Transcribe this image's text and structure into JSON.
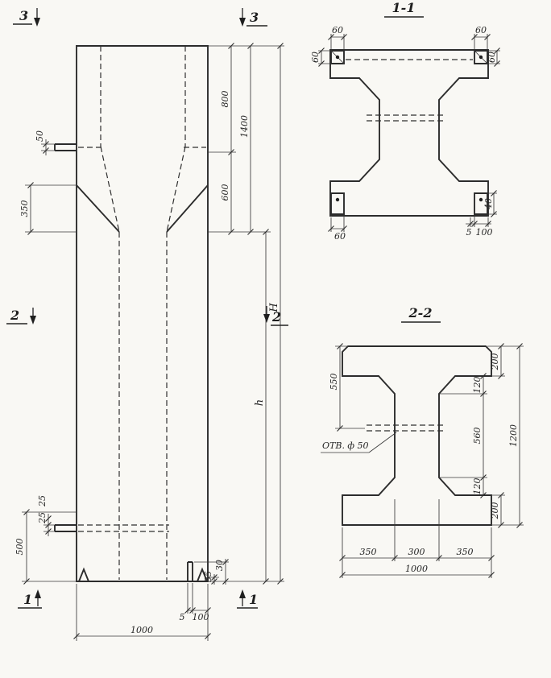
{
  "sheet": {
    "bg": "#f9f8f4",
    "ink": "#2c2c2c"
  },
  "elevation": {
    "markers": {
      "top_left": "3",
      "top_right": "3",
      "mid_left": "2",
      "mid_right": "2",
      "bottom_left": "1",
      "bottom_right": "1"
    },
    "dims": {
      "plate_50": "50",
      "taper_350": "350",
      "top_800": "800",
      "overall_top_1400": "1400",
      "taper_600": "600",
      "height_H": "H",
      "height_h": "h",
      "plate_25a": "25",
      "plate_25b": "25",
      "bottom_500": "500",
      "detail_30": "30",
      "detail_35": "35",
      "base_5": "5",
      "base_100": "100",
      "width_1000": "1000"
    }
  },
  "section_1_1": {
    "title": "1-1",
    "dims": {
      "top_left_60": "60",
      "top_left_60v": "60",
      "top_right_60": "60",
      "top_right_60v": "60",
      "bottom_left_60": "60",
      "bottom_5": "5",
      "bottom_100": "100",
      "right_40": "40"
    }
  },
  "section_2_2": {
    "title": "2-2",
    "hole_label": "ОТВ. ф 50",
    "dims": {
      "left_550": "550",
      "right_200_top": "200",
      "right_120_top": "120",
      "right_560": "560",
      "right_120_bottom": "120",
      "right_200_bottom": "200",
      "right_1200": "1200",
      "bottom_350_left": "350",
      "bottom_300": "300",
      "bottom_350_right": "350",
      "bottom_1000": "1000"
    }
  }
}
